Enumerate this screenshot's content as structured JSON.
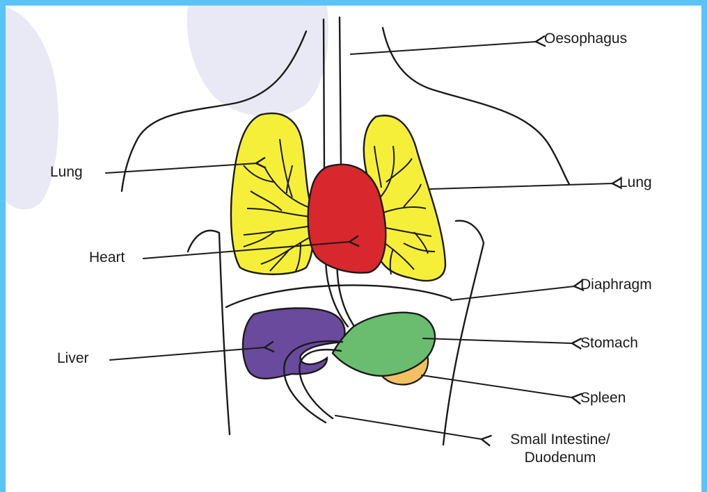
{
  "colors": {
    "frame": "#5bc3f5",
    "wash": "#e8e9f4",
    "outline": "#1a1a1a",
    "lung": "#f6ef3a",
    "heart": "#d9272e",
    "liver": "#6a4a9c",
    "stomach": "#6abd6f",
    "spleen": "#f3c063"
  },
  "organs": [
    {
      "name": "oesophagus",
      "color_key": "outline"
    },
    {
      "name": "lung-left",
      "color_key": "lung"
    },
    {
      "name": "lung-right",
      "color_key": "lung"
    },
    {
      "name": "heart",
      "color_key": "heart"
    },
    {
      "name": "liver",
      "color_key": "liver"
    },
    {
      "name": "stomach",
      "color_key": "stomach"
    },
    {
      "name": "spleen",
      "color_key": "spleen"
    }
  ],
  "labels": {
    "oesophagus": "Oesophagus",
    "lung_left": "Lung",
    "lung_right": "Lung",
    "heart": "Heart",
    "diaphragm": "Diaphragm",
    "liver": "Liver",
    "stomach": "Stomach",
    "spleen": "Spleen",
    "small_intestine_line1": "Small Intestine/",
    "small_intestine_line2": "Duodenum"
  }
}
